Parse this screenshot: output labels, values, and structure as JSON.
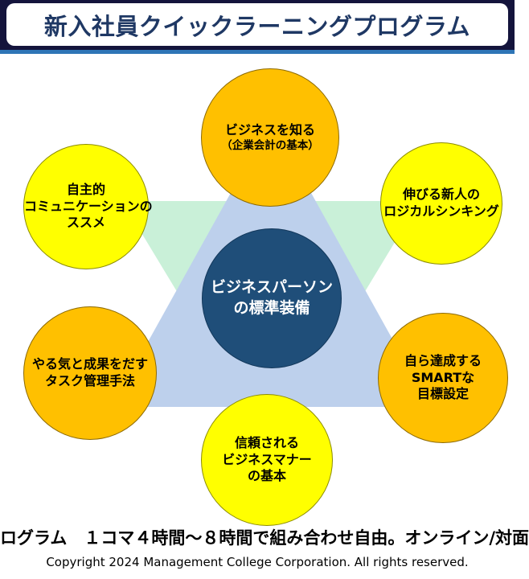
{
  "header": {
    "title": "新入社員クイックラーニングプログラム"
  },
  "diagram": {
    "center": {
      "lines": [
        "ビジネスパーソン",
        "の標準装備"
      ]
    },
    "nodes": [
      {
        "name": "business-knowledge",
        "color": "orange",
        "lines": [
          "ビジネスを知る",
          "（企業会計の基本）"
        ]
      },
      {
        "name": "communication",
        "color": "yellow",
        "lines": [
          "自主的",
          "コミュニケーションの",
          "ススメ"
        ]
      },
      {
        "name": "logical-thinking",
        "color": "yellow",
        "lines": [
          "伸びる新人の",
          "ロジカルシンキング"
        ]
      },
      {
        "name": "task-management",
        "color": "orange",
        "lines": [
          "やる気と成果をだす",
          "タスク管理手法"
        ]
      },
      {
        "name": "smart-goals",
        "color": "orange",
        "lines": [
          "自ら達成する",
          "SMARTな",
          "目標設定"
        ]
      },
      {
        "name": "business-manner",
        "color": "yellow",
        "lines": [
          "信頼される",
          "ビジネスマナー",
          "の基本"
        ]
      }
    ],
    "colors": {
      "node_orange": "#FFC000",
      "node_yellow": "#FFFF00",
      "center_blue": "#1F4E79",
      "triangle_blue": "#BDD0EC",
      "triangle_green": "#C9F0D8",
      "title_blue": "#1F3864",
      "rule_blue": "#2E75B6",
      "header_navy": "#14143C"
    }
  },
  "footer": {
    "headline": "ログラム　１コマ４時間～８時間で組み合わせ自由。オンライン/対面",
    "copyright": "Copyright 2024 Management College Corporation. All rights reserved."
  }
}
